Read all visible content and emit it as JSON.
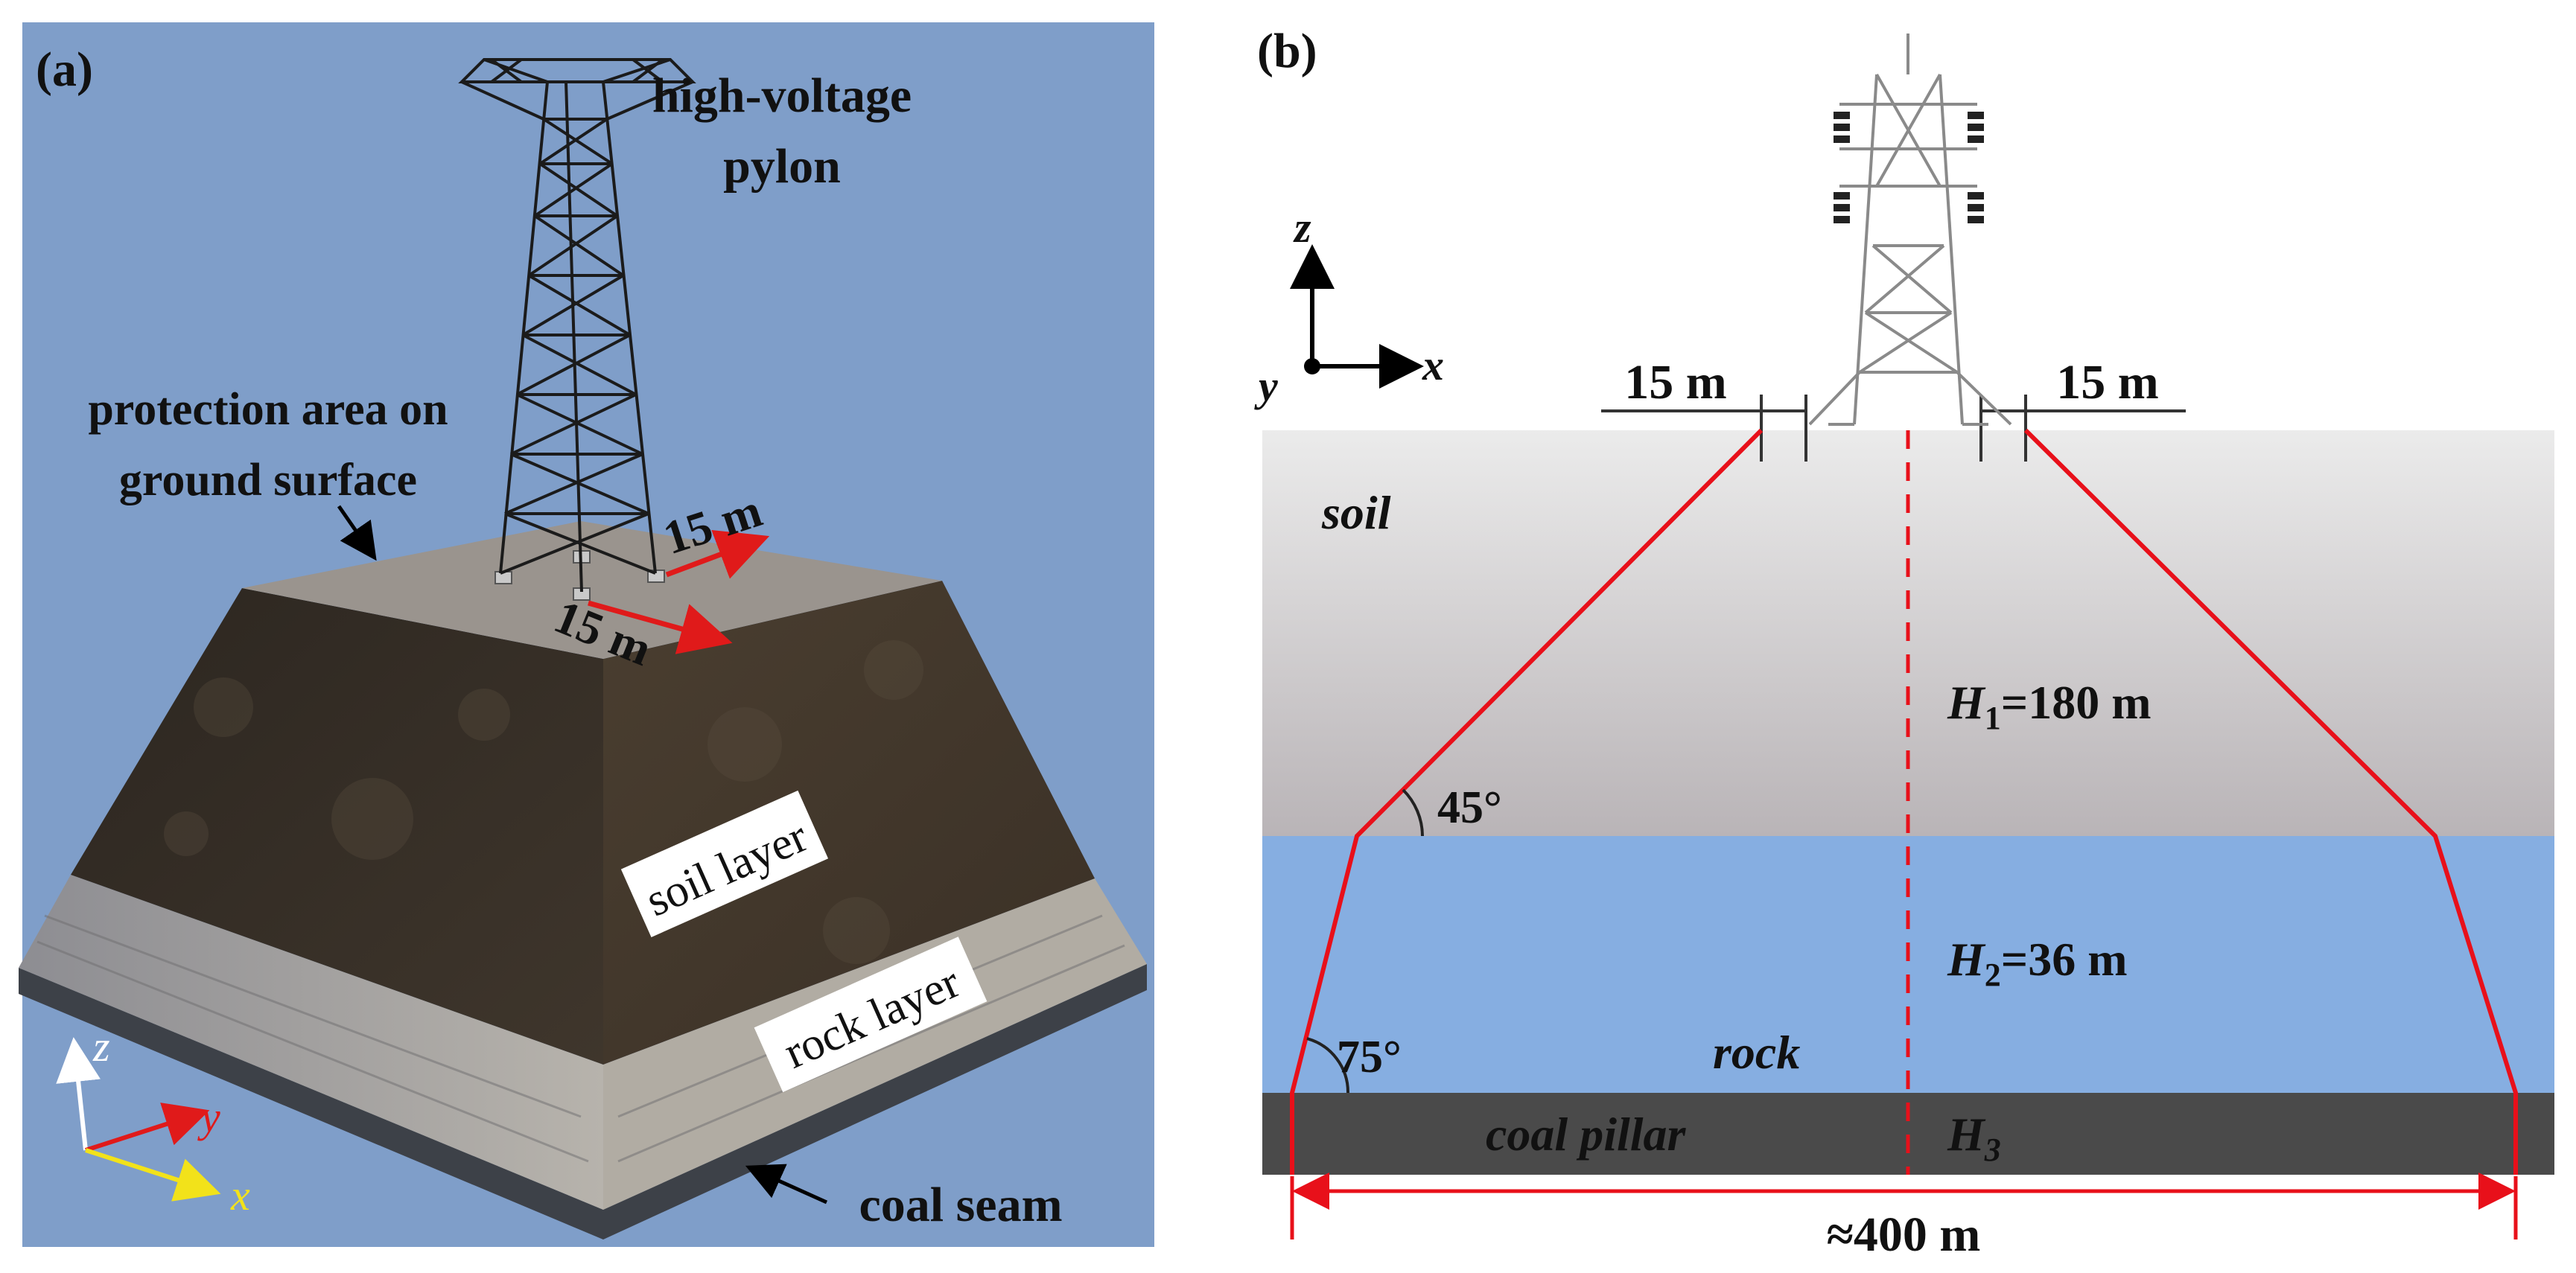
{
  "panel_a": {
    "tag": "(a)",
    "pylon_label_line1": "high-voltage",
    "pylon_label_line2": "pylon",
    "protection_label_line1": "protection area on",
    "protection_label_line2": "ground surface",
    "dim_label_1": "15 m",
    "dim_label_2": "15 m",
    "soil_label": "soil layer",
    "rock_label": "rock layer",
    "coal_label": "coal seam",
    "axis_z": "z",
    "axis_y": "y",
    "axis_x": "x",
    "colors": {
      "background": "#7f9ec9",
      "soil": "#3a3128",
      "rock": "#a7a49e",
      "coal": "#3d4148",
      "top_surface": "#9a948e",
      "arrow_red": "#e01a1a"
    }
  },
  "panel_b": {
    "tag": "(b)",
    "axis_z": "z",
    "axis_x": "x",
    "axis_y": "y",
    "dim_left": "15 m",
    "dim_right": "15 m",
    "soil_label": "soil",
    "rock_label": "rock",
    "coal_label": "coal pillar",
    "h1_sym": "H",
    "h1_sub": "1",
    "h1_val": "=180 m",
    "h2_sym": "H",
    "h2_sub": "2",
    "h2_val": "=36 m",
    "h3_sym": "H",
    "h3_sub": "3",
    "angle_45": "45°",
    "angle_75": "75°",
    "width_label": "≈400 m",
    "colors": {
      "soil_top": "#e9e9e9",
      "soil_bottom": "#b9b4b7",
      "rock": "#86aee1",
      "coal": "#4a4a4a",
      "red_line": "#e8101a"
    }
  }
}
